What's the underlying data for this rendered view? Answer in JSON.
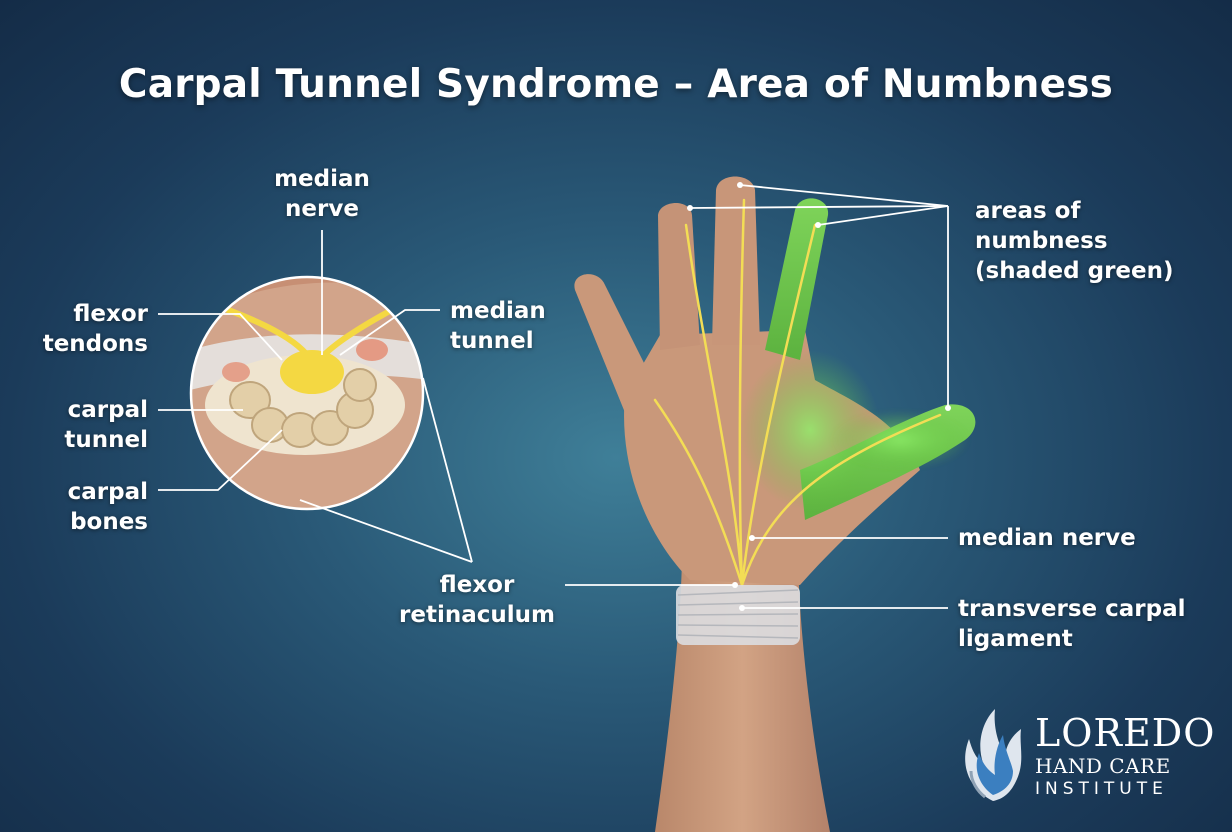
{
  "title": "Carpal Tunnel Syndrome – Area of Numbness",
  "labels": {
    "median_nerve_top": [
      "median",
      "nerve"
    ],
    "flexor_tendons": [
      "flexor",
      "tendons"
    ],
    "median_tunnel": [
      "median",
      "tunnel"
    ],
    "carpal_tunnel": [
      "carpal",
      "tunnel"
    ],
    "carpal_bones": [
      "carpal",
      "bones"
    ],
    "flexor_retinaculum": [
      "flexor",
      "retinaculum"
    ],
    "areas_of_numbness": [
      "areas of",
      "numbness",
      "(shaded green)"
    ],
    "median_nerve_right": "median nerve",
    "transverse_carpal_ligament": [
      "transverse carpal",
      "ligament"
    ]
  },
  "logo": {
    "line1": "LOREDO",
    "line2": "HAND CARE",
    "line3": "INSTITUTE",
    "icon": "hand-flame-logo-icon"
  },
  "colors": {
    "background": "#1b3b5a",
    "numbness": "#6fd04a",
    "nerve": "#f3dd55",
    "skin": "#c9987a"
  }
}
